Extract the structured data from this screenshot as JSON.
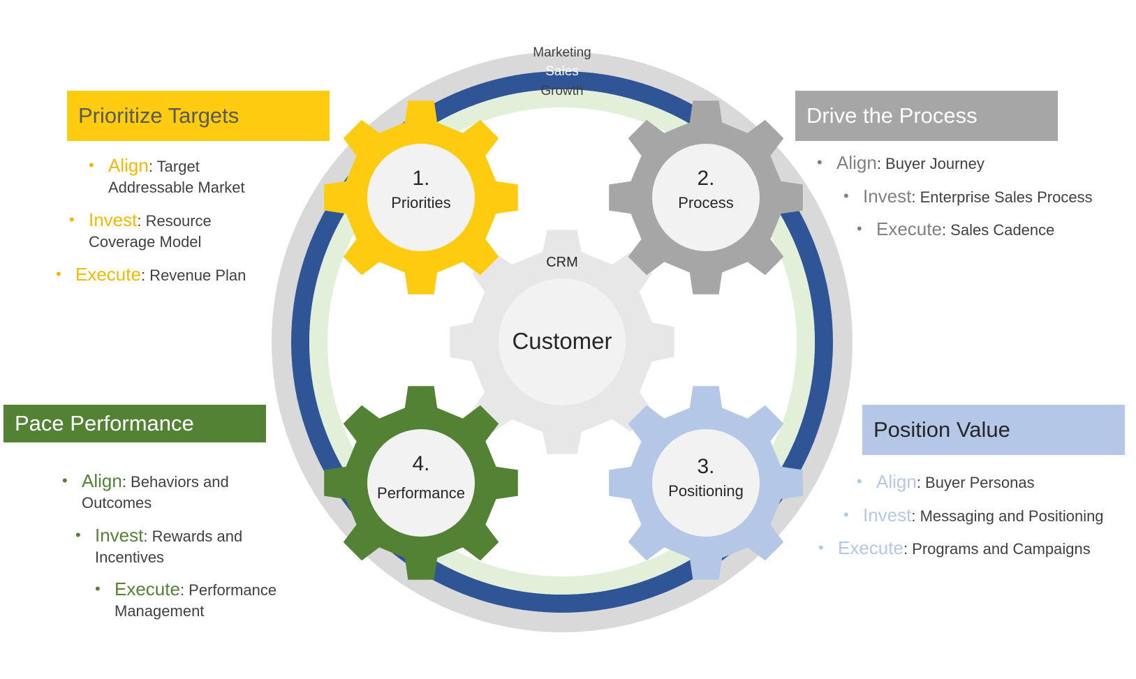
{
  "ring": {
    "outer_label": "Marketing",
    "middle_label": "Sales",
    "inner_label": "Growth"
  },
  "center": {
    "top_label": "CRM",
    "label": "Customer"
  },
  "gears": {
    "priorities": {
      "number": "1.",
      "label": "Priorities",
      "color": "#FDCC10"
    },
    "process": {
      "number": "2.",
      "label": "Process",
      "color": "#A6A6A6"
    },
    "positioning": {
      "number": "3.",
      "label": "Positioning",
      "color": "#B4C7E7"
    },
    "performance": {
      "number": "4.",
      "label": "Performance",
      "color": "#548235"
    }
  },
  "colors": {
    "ring_outer": "#D9D9D9",
    "ring_middle": "#2F5597",
    "ring_inner": "#E2F0D9",
    "center_gear": "#E7E7E7"
  },
  "sections": {
    "prioritize": {
      "title": "Prioritize Targets",
      "title_color": "#FDCC10",
      "text_color": "#595959",
      "accent": "#F4B800",
      "items": [
        {
          "keyword": "Align",
          "text": ": Target",
          "text2": "Addressable Market"
        },
        {
          "keyword": "Invest",
          "text": ": Resource",
          "text2": "Coverage Model"
        },
        {
          "keyword": "Execute",
          "text": ": Revenue Plan"
        }
      ]
    },
    "drive": {
      "title": "Drive the Process",
      "title_color": "#A6A6A6",
      "text_color": "#FFFFFF",
      "accent": "#808080",
      "items": [
        {
          "keyword": "Align",
          "text": ": Buyer Journey"
        },
        {
          "keyword": "Invest",
          "text": ": Enterprise Sales Process"
        },
        {
          "keyword": "Execute",
          "text": ": Sales Cadence"
        }
      ]
    },
    "pace": {
      "title": "Pace Performance",
      "title_color": "#548235",
      "text_color": "#FFFFFF",
      "accent": "#548235",
      "items": [
        {
          "keyword": "Align",
          "text": ": Behaviors and",
          "text2": "Outcomes"
        },
        {
          "keyword": "Invest",
          "text": ": Rewards and",
          "text2": "Incentives"
        },
        {
          "keyword": "Execute",
          "text": ": Performance",
          "text2": "Management"
        }
      ]
    },
    "position": {
      "title": "Position Value",
      "title_color": "#B4C7E7",
      "text_color": "#262626",
      "accent": "#B4C7E7",
      "items": [
        {
          "keyword": "Align",
          "text": ": Buyer Personas"
        },
        {
          "keyword": "Invest",
          "text": ": Messaging and Positioning"
        },
        {
          "keyword": "Execute",
          "text": ": Programs and Campaigns"
        }
      ]
    }
  }
}
